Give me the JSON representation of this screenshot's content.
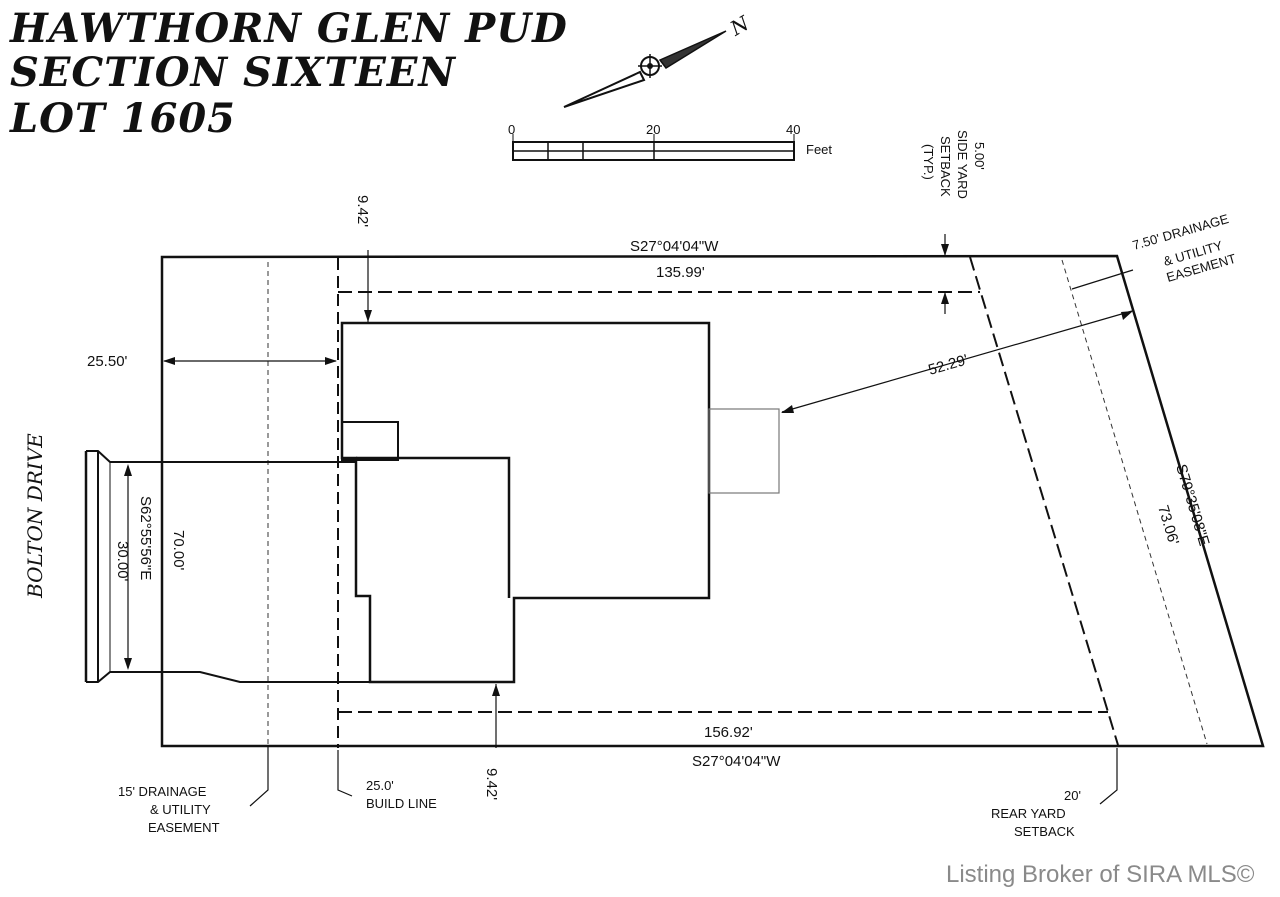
{
  "title": {
    "line1": "HAWTHORN GLEN PUD",
    "line2": "SECTION SIXTEEN",
    "line3": "LOT 1605"
  },
  "north_arrow": {
    "label": "N"
  },
  "scale_bar": {
    "ticks": [
      "0",
      "20",
      "40"
    ],
    "unit": "Feet"
  },
  "street": "BOLTON DRIVE",
  "boundary": {
    "top_bearing": "S27°04'04\"W",
    "top_length": "135.99'",
    "bottom_length": "156.92'",
    "bottom_bearing": "S27°04'04\"W",
    "right_bearing": "S79°35'08\"E",
    "right_length": "73.06'",
    "left_bearing": "S62°55'56\"E",
    "left_length": "70.00'"
  },
  "dimensions": {
    "front_setback": "25.50'",
    "side_top": "9.42'",
    "side_bottom": "9.42'",
    "rear_distance": "52.29'",
    "driveway_width": "30.00'"
  },
  "callouts": {
    "side_yard": [
      "5.00'",
      "SIDE YARD",
      "SETBACK",
      "(TYP.)"
    ],
    "drainage_right": [
      "7.50' DRAINAGE",
      "& UTILITY",
      "EASEMENT"
    ],
    "drainage_left": [
      "15' DRAINAGE",
      "& UTILITY",
      "EASEMENT"
    ],
    "build_line": [
      "25.0'",
      "BUILD LINE"
    ],
    "rear_yard": [
      "20'",
      "REAR YARD",
      "SETBACK"
    ]
  },
  "watermark": "Listing Broker of SIRA MLS©"
}
